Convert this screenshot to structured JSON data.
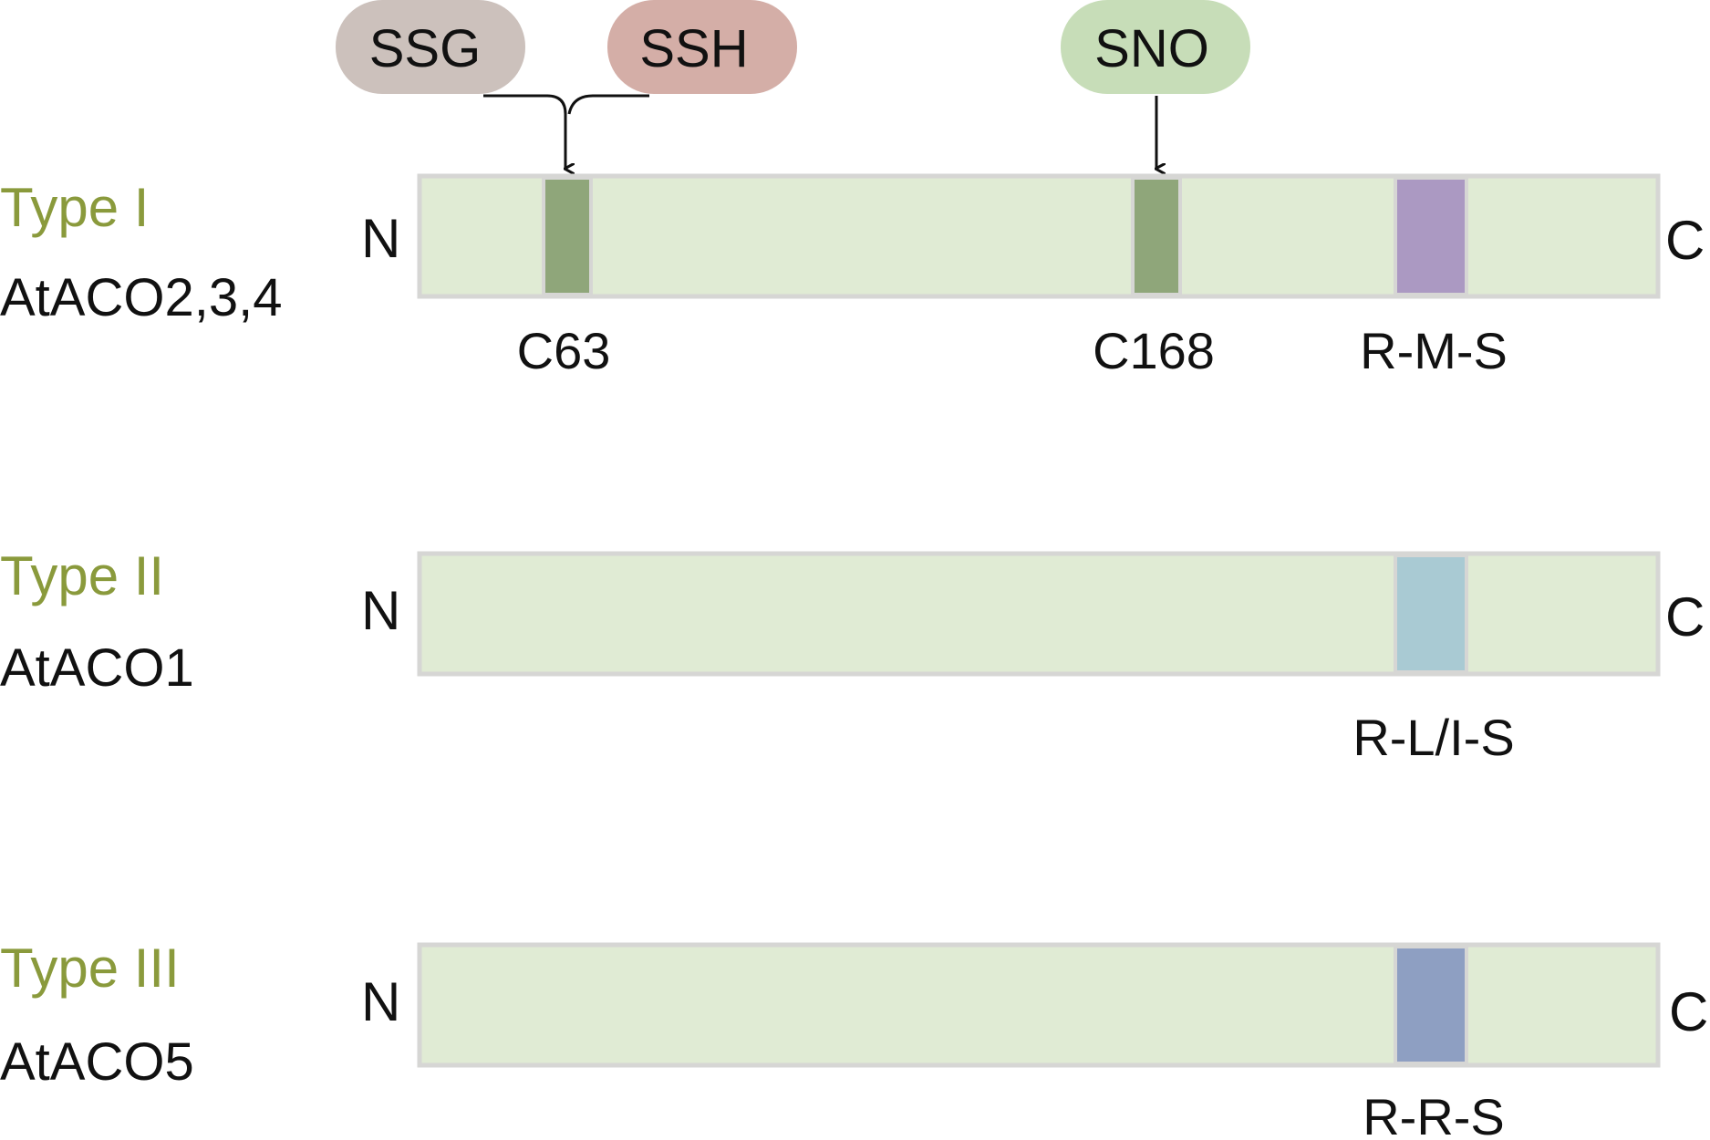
{
  "colors": {
    "type_label": "#8a9a3c",
    "bar_fill": "#e0ebd4",
    "cysteine": "#8fa67a",
    "rms": "#ab99c2",
    "rlis": "#a9cad3",
    "rrs": "#8e9fc2",
    "ssg": "#ccc1bc",
    "ssh": "#d4aea7",
    "sno": "#c7ddb8"
  },
  "modifications": {
    "ssg": "SSG",
    "ssh": "SSH",
    "sno": "SNO"
  },
  "rows": [
    {
      "type": "Type I",
      "genes": "AtACO2,3,4",
      "n_label": "N",
      "c_label": "C",
      "sites": [
        {
          "label": "C63",
          "color_key": "cysteine"
        },
        {
          "label": "C168",
          "color_key": "cysteine"
        },
        {
          "label": "R-M-S",
          "color_key": "rms"
        }
      ]
    },
    {
      "type": "Type II",
      "genes": "AtACO1",
      "n_label": "N",
      "c_label": "C",
      "sites": [
        {
          "label": "R-L/I-S",
          "color_key": "rlis"
        }
      ]
    },
    {
      "type": "Type III",
      "genes": "AtACO5",
      "n_label": "N",
      "c_label": "C",
      "sites": [
        {
          "label": "R-R-S",
          "color_key": "rrs"
        }
      ]
    }
  ]
}
